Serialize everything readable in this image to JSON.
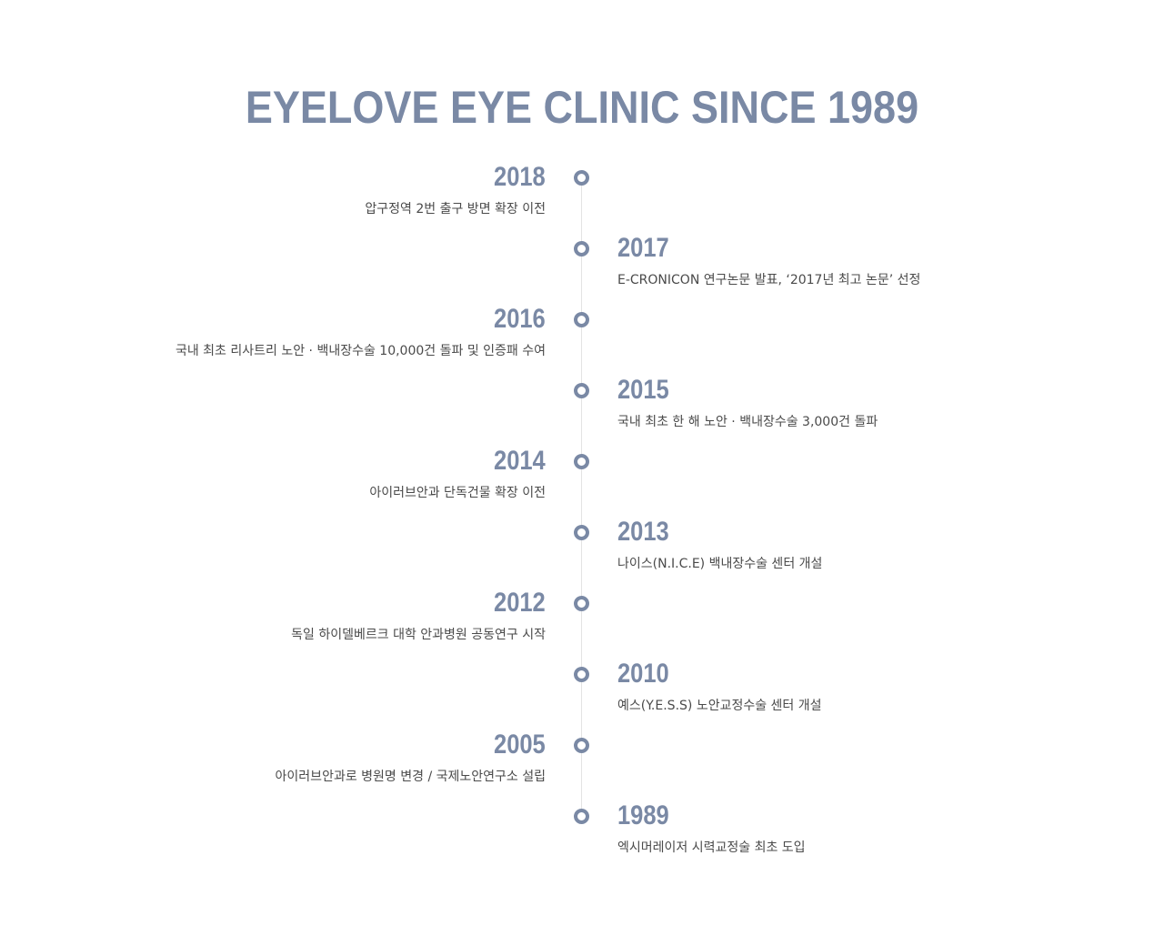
{
  "title": "EYELOVE EYE CLINIC SINCE 1989",
  "timeline": [
    {
      "year": "2018",
      "text": "압구정역 2번 출구 방면 확장 이전",
      "side": "left"
    },
    {
      "year": "2017",
      "text": "E-CRONICON 연구논문 발표, ‘2017년 최고 논문’ 선정",
      "side": "right"
    },
    {
      "year": "2016",
      "text": "국내 최초 리사트리 노안 · 백내장수술 10,000건 돌파 및 인증패 수여",
      "side": "left"
    },
    {
      "year": "2015",
      "text": "국내 최초 한 해 노안 · 백내장수술 3,000건 돌파",
      "side": "right"
    },
    {
      "year": "2014",
      "text": "아이러브안과 단독건물 확장 이전",
      "side": "left"
    },
    {
      "year": "2013",
      "text": "나이스(N.I.C.E) 백내장수술 센터 개설",
      "side": "right"
    },
    {
      "year": "2012",
      "text": "독일 하이델베르크 대학 안과병원 공동연구 시작",
      "side": "left"
    },
    {
      "year": "2010",
      "text": "예스(Y.E.S.S) 노안교정수술 센터 개설",
      "side": "right"
    },
    {
      "year": "2005",
      "text": "아이러브안과로 병원명 변경 / 국제노안연구소 설립",
      "side": "left"
    },
    {
      "year": "1989",
      "text": "엑시머레이저 시력교정술 최초 도입",
      "side": "right"
    }
  ],
  "colors": {
    "accent": "#7a89a5",
    "text": "#4a4a4a",
    "line": "#e4e4e4"
  }
}
